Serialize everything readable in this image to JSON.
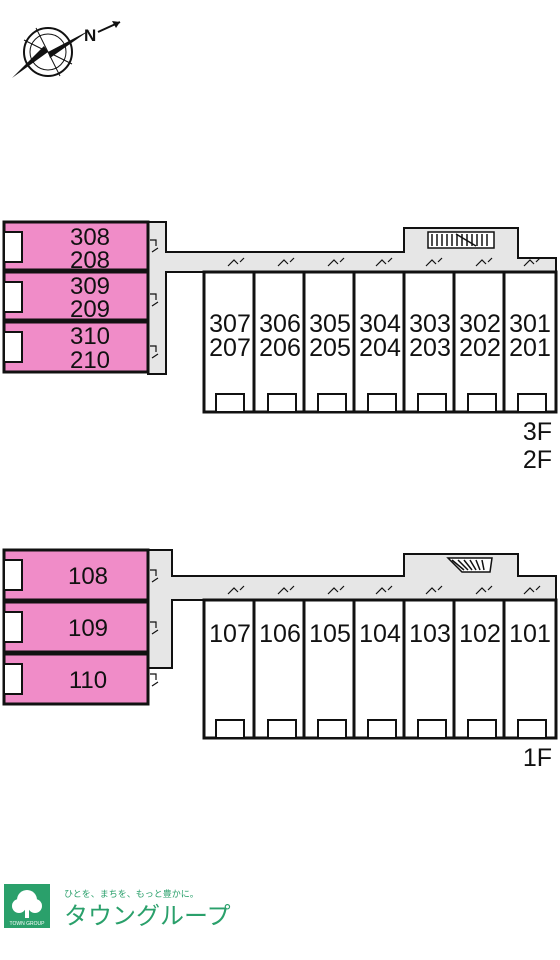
{
  "compass": {
    "label": "N"
  },
  "colors": {
    "pink": "#f08cc8",
    "wall": "#111111",
    "corridor": "#e6e6e6",
    "brand": "#2aa06b"
  },
  "upper": {
    "floor_labels": [
      "3F",
      "2F"
    ],
    "pink_units": [
      [
        "308",
        "208"
      ],
      [
        "309",
        "209"
      ],
      [
        "310",
        "210"
      ]
    ],
    "units": [
      [
        "307",
        "207"
      ],
      [
        "306",
        "206"
      ],
      [
        "305",
        "205"
      ],
      [
        "304",
        "204"
      ],
      [
        "303",
        "203"
      ],
      [
        "302",
        "202"
      ],
      [
        "301",
        "201"
      ]
    ]
  },
  "lower": {
    "floor_labels": [
      "1F"
    ],
    "pink_units": [
      "108",
      "109",
      "110"
    ],
    "units": [
      "107",
      "106",
      "105",
      "104",
      "103",
      "102",
      "101"
    ]
  },
  "logo": {
    "tagline": "ひとを、まちを、もっと豊かに。",
    "name": "タウングループ",
    "mark_text": "TOWN GROUP"
  }
}
